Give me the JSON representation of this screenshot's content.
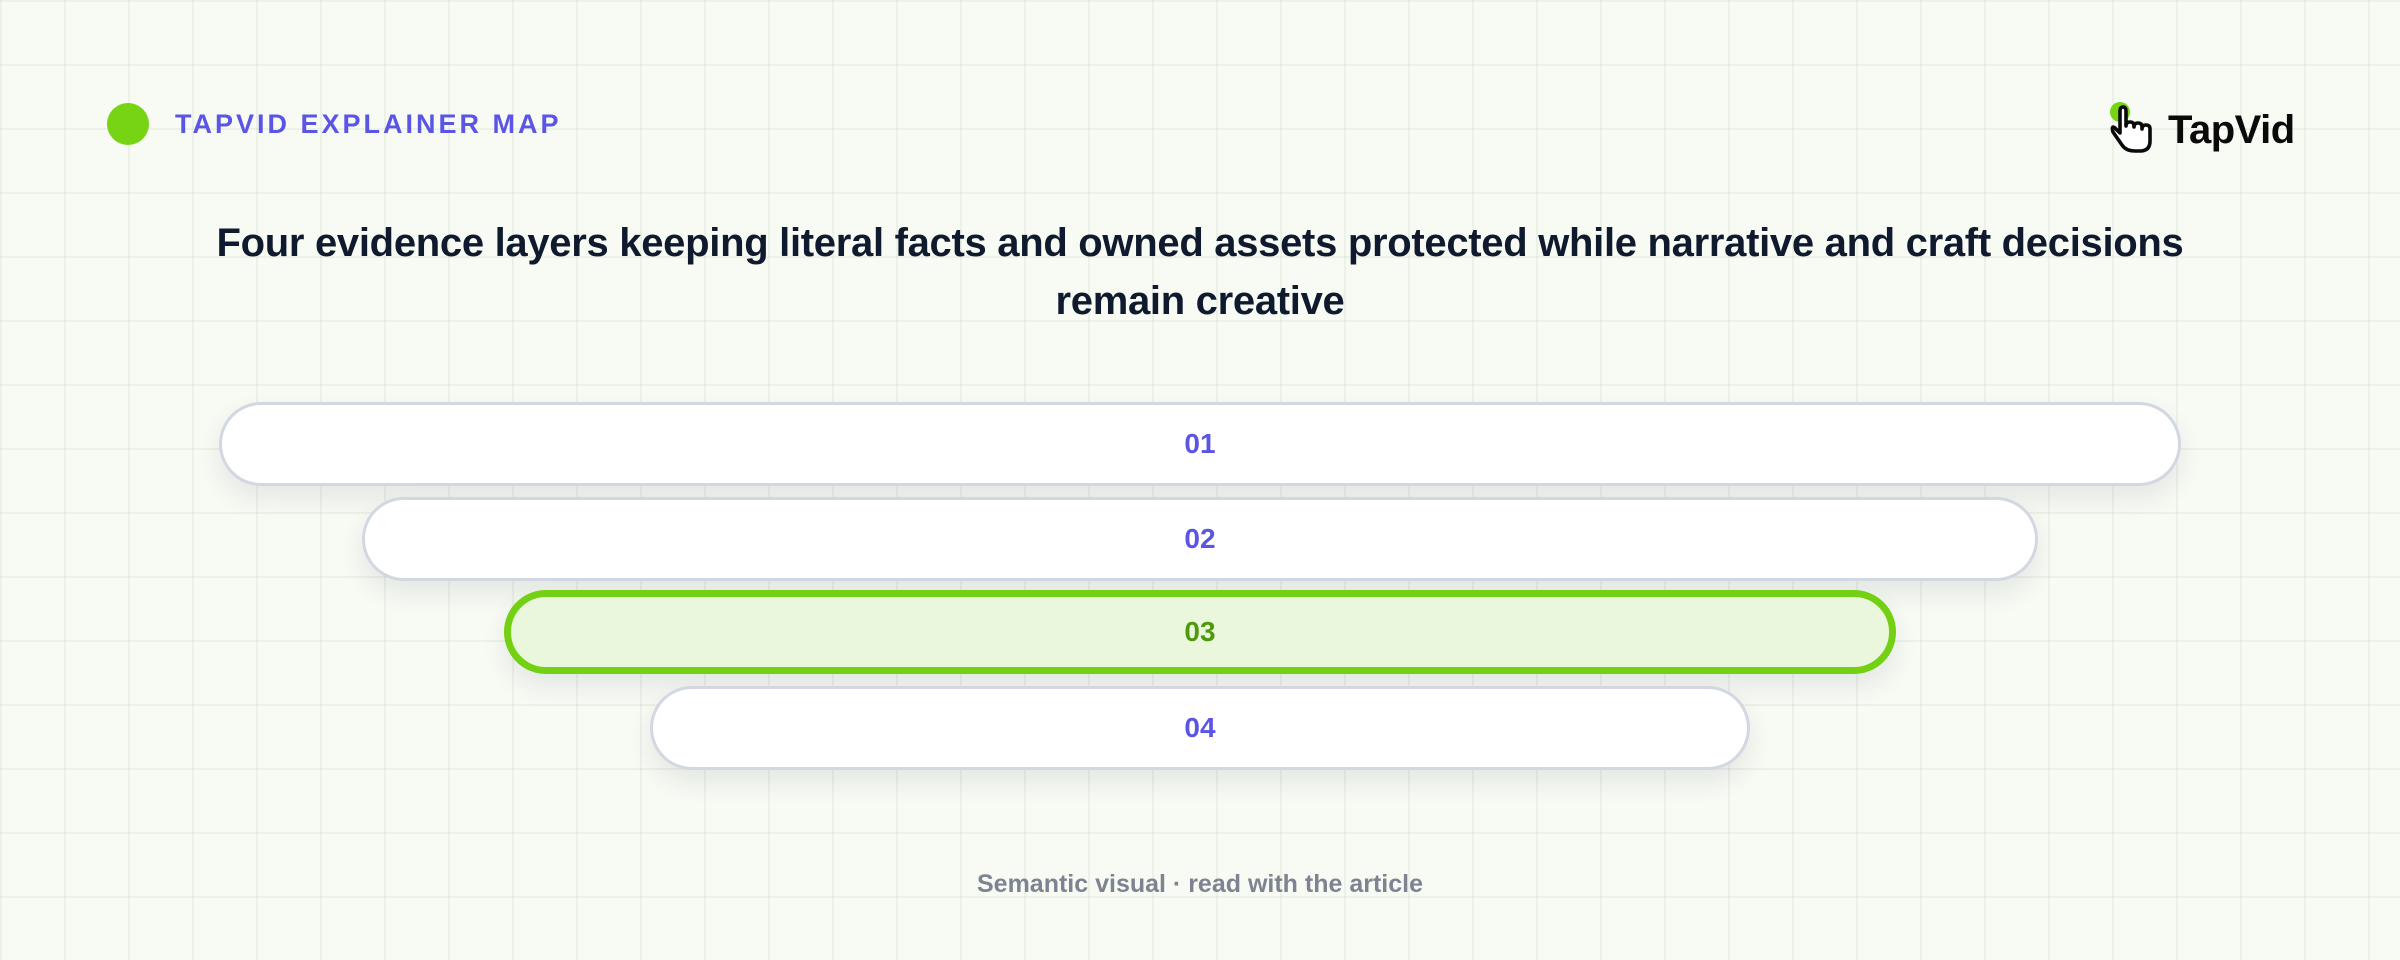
{
  "header": {
    "eyebrow": "TAPVID EXPLAINER MAP",
    "logo_text": "TapVid",
    "logo_icon": "pointer-hand-icon",
    "accent_color": "#76d414",
    "eyebrow_color": "#5b55e6"
  },
  "title": "Four evidence layers keeping literal facts and owned assets protected while narrative and craft decisions remain creative",
  "layers": [
    {
      "label": "01",
      "active": false
    },
    {
      "label": "02",
      "active": false
    },
    {
      "label": "03",
      "active": true
    },
    {
      "label": "04",
      "active": false
    }
  ],
  "colors": {
    "active_border": "#74d013",
    "active_fill": "#ebf7dd",
    "inactive_border": "#d2d7e2",
    "label_color": "#5b55e6",
    "active_label_color": "#4f9a0c"
  },
  "footer": "Semantic visual · read with the article"
}
